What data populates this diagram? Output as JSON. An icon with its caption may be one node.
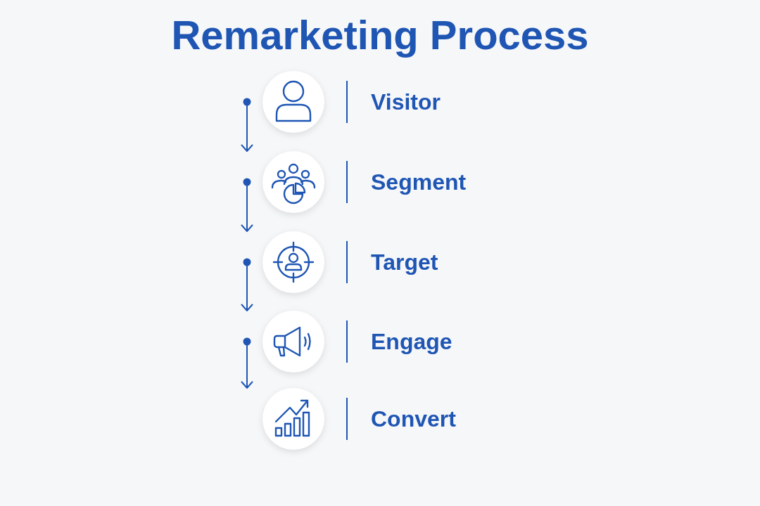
{
  "diagram": {
    "title": "Remarketing Process",
    "nodes": [
      {
        "text": [
          "Visitor"
        ]
      },
      {
        "text": [
          "Segment"
        ]
      },
      {
        "text": [
          "Target"
        ]
      },
      {
        "text": [
          "Engage"
        ]
      },
      {
        "text": [
          "Convert"
        ]
      }
    ],
    "edges": [
      {
        "from": 0,
        "to": 1,
        "arrow": "to"
      },
      {
        "from": 1,
        "to": 2,
        "arrow": "to"
      },
      {
        "from": 2,
        "to": 3,
        "arrow": "to"
      },
      {
        "from": 3,
        "to": 4,
        "arrow": "to"
      }
    ]
  }
}
